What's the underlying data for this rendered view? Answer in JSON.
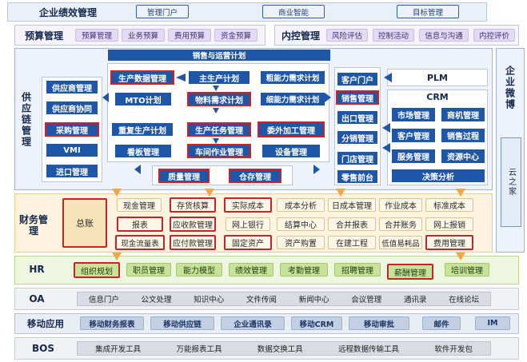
{
  "layer1": {
    "title": "企业绩效管理",
    "items": [
      "管理门户",
      "商业智能",
      "目标管理"
    ]
  },
  "budget": {
    "title": "预算管理",
    "items": [
      "预算管理",
      "业务预算",
      "费用预算",
      "资金预算"
    ]
  },
  "control": {
    "title": "内控管理",
    "items": [
      "风险评估",
      "控制活动",
      "信息与沟通",
      "内控评价"
    ]
  },
  "scm": {
    "title": "供应链管理",
    "plan": "销售与运营计划",
    "left": [
      "供应商管理",
      "供应商协同",
      "采购管理",
      "VMI",
      "进口管理"
    ],
    "core": {
      "prod_data": "生产数据管理",
      "mps": "主生产计划",
      "rough": "粗能力需求计划",
      "mto": "MTO计划",
      "mrp": "物料需求计划",
      "fine": "细能力需求计划",
      "repeat": "重复生产计划",
      "task": "生产任务管理",
      "outsource": "委外加工管理",
      "kanban": "看板管理",
      "shop": "车间作业管理",
      "equip": "设备管理",
      "quality": "质量管理",
      "stock": "仓存管理"
    },
    "right": [
      "客户门户",
      "销售管理",
      "出口管理",
      "分销管理",
      "门店管理",
      "零售前台"
    ]
  },
  "plm": {
    "title": "PLM"
  },
  "crm": {
    "title": "CRM",
    "items": [
      "市场管理",
      "商机管理",
      "客户管理",
      "销售过程",
      "服务管理",
      "资源中心"
    ],
    "decision": "决策分析"
  },
  "weibo": {
    "title": "企业微博",
    "cloud": "云之家"
  },
  "finance": {
    "title": "财务管理",
    "gl": "总账",
    "row1": [
      "现金管理",
      "存货核算",
      "实际成本",
      "成本分析",
      "日成本管理",
      "作业成本",
      "标准成本"
    ],
    "row2": [
      "报表",
      "应收款管理",
      "网上银行",
      "结算中心",
      "合并报表",
      "合并账务",
      "网上报销"
    ],
    "row3": [
      "现金流量表",
      "应付款管理",
      "固定资产",
      "资产购置",
      "在建工程",
      "低值易耗品",
      "费用管理"
    ]
  },
  "hr": {
    "title": "HR",
    "items": [
      "组织规划",
      "职员管理",
      "能力模型",
      "绩效管理",
      "考勤管理",
      "招聘管理",
      "薪酬管理",
      "培训管理"
    ]
  },
  "oa": {
    "title": "OA",
    "items": [
      "信息门户",
      "公文处理",
      "知识中心",
      "文件传阅",
      "新闻中心",
      "会议管理",
      "通讯录",
      "在线论坛"
    ]
  },
  "mobile": {
    "title": "移动应用",
    "items": [
      "移动财务报表",
      "移动供应链",
      "企业通讯录",
      "移动CRM",
      "移动审批",
      "邮件",
      "IM"
    ]
  },
  "bos": {
    "title": "BOS",
    "items": [
      "集成开发工具",
      "万能报表工具",
      "数据交换工具",
      "远程数据传输工具",
      "软件开发包"
    ]
  },
  "colors": {
    "navy": "#1f57a8",
    "red_highlight": "#d0212a",
    "purple": "#e2dcf3",
    "green": "#c7e39a",
    "cream": "#fdf7e8",
    "orange_arrow": "#f0a848"
  }
}
